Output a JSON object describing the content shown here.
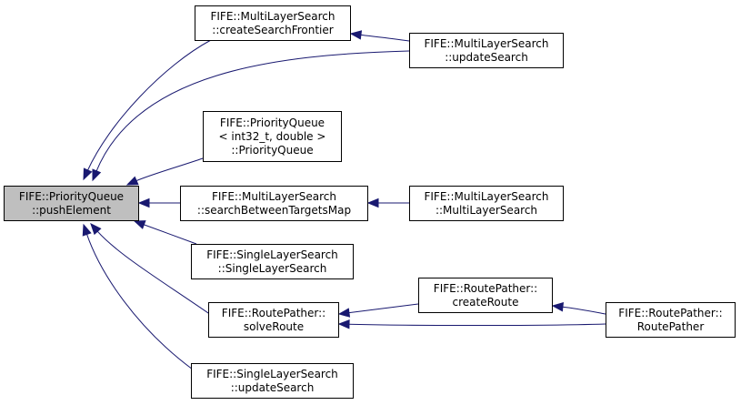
{
  "colors": {
    "edge": "#191970",
    "node_fill": "#ffffff",
    "focus_fill": "#bfbfbf",
    "border": "#000000"
  },
  "nodes": {
    "push_element": {
      "lines": [
        "FIFE::PriorityQueue",
        "::pushElement"
      ],
      "focus": true
    },
    "create_search_frontier": {
      "lines": [
        "FIFE::MultiLayerSearch",
        "::createSearchFrontier"
      ]
    },
    "mls_update_search": {
      "lines": [
        "FIFE::MultiLayerSearch",
        "::updateSearch"
      ]
    },
    "priority_queue_ctor": {
      "lines": [
        "FIFE::PriorityQueue",
        "< int32_t, double >",
        "::PriorityQueue"
      ]
    },
    "search_between_targets_map": {
      "lines": [
        "FIFE::MultiLayerSearch",
        "::searchBetweenTargetsMap"
      ]
    },
    "multi_layer_search_ctor": {
      "lines": [
        "FIFE::MultiLayerSearch",
        "::MultiLayerSearch"
      ]
    },
    "single_layer_search_ctor": {
      "lines": [
        "FIFE::SingleLayerSearch",
        "::SingleLayerSearch"
      ]
    },
    "solve_route": {
      "lines": [
        "FIFE::RoutePather::",
        "solveRoute"
      ]
    },
    "create_route": {
      "lines": [
        "FIFE::RoutePather::",
        "createRoute"
      ]
    },
    "route_pather_ctor": {
      "lines": [
        "FIFE::RoutePather::",
        "RoutePather"
      ]
    },
    "sls_update_search": {
      "lines": [
        "FIFE::SingleLayerSearch",
        "::updateSearch"
      ]
    }
  },
  "edges": [
    {
      "from": "create_search_frontier",
      "to": "push_element"
    },
    {
      "from": "mls_update_search",
      "to": "push_element"
    },
    {
      "from": "priority_queue_ctor",
      "to": "push_element"
    },
    {
      "from": "search_between_targets_map",
      "to": "push_element"
    },
    {
      "from": "single_layer_search_ctor",
      "to": "push_element"
    },
    {
      "from": "solve_route",
      "to": "push_element"
    },
    {
      "from": "sls_update_search",
      "to": "push_element"
    },
    {
      "from": "mls_update_search",
      "to": "create_search_frontier"
    },
    {
      "from": "multi_layer_search_ctor",
      "to": "search_between_targets_map"
    },
    {
      "from": "create_route",
      "to": "solve_route"
    },
    {
      "from": "route_pather_ctor",
      "to": "solve_route"
    },
    {
      "from": "route_pather_ctor",
      "to": "create_route"
    }
  ]
}
